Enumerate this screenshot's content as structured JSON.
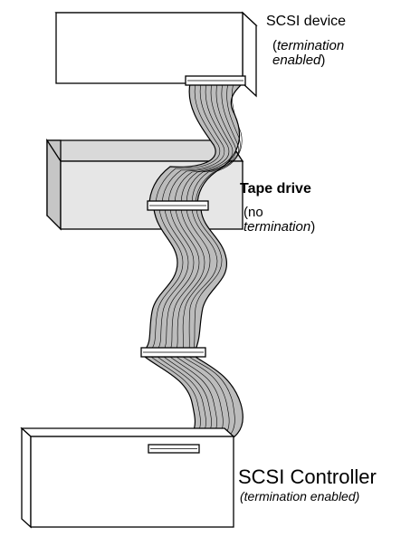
{
  "scsi_device": {
    "title": "SCSI device",
    "open": "(",
    "note_line1": "termination",
    "note_line2": "enabled",
    "close": ")"
  },
  "tape_drive": {
    "title": "Tape drive",
    "note_line1": "(no",
    "note_line2": "termination",
    "close": ")"
  },
  "scsi_controller": {
    "title": "SCSI Controller",
    "note": "(termination enabled)"
  },
  "colors": {
    "stroke": "#000000",
    "box_fill": "#ffffff",
    "tape_face": "#e6e6e6",
    "tape_top": "#d9d9d9",
    "tape_side": "#c6c6c6",
    "cable_fill": "#bcbcbc",
    "connector_fill": "#ffffff"
  }
}
